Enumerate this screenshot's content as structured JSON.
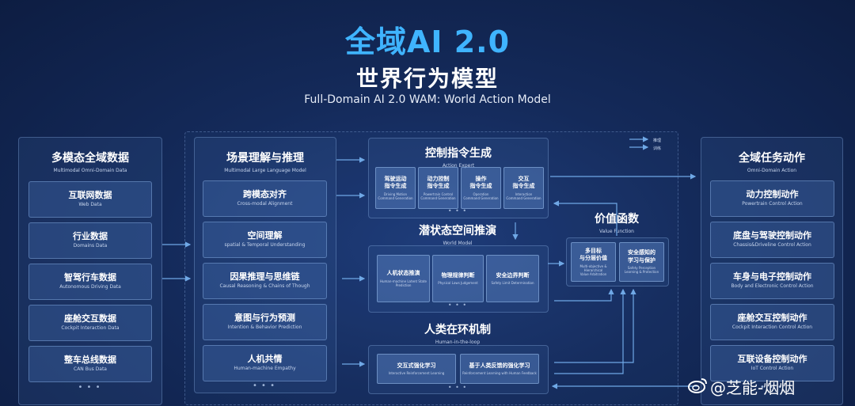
{
  "header": {
    "title": "全域AI 2.0",
    "subtitle": "世界行为模型",
    "subtitle_en": "Full-Domain AI 2.0  WAM: World Action Model"
  },
  "left": {
    "title": "多模态全域数据",
    "title_en": "Multimodal Omni-Domain Data",
    "items": [
      {
        "zh": "互联网数据",
        "en": "Web Data"
      },
      {
        "zh": "行业数据",
        "en": "Domains Data"
      },
      {
        "zh": "智驾行车数据",
        "en": "Autonomous Driving Data"
      },
      {
        "zh": "座舱交互数据",
        "en": "Cockpit Interaction Data"
      },
      {
        "zh": "整车总线数据",
        "en": "CAN Bus Data"
      }
    ],
    "more": "• • •"
  },
  "scene": {
    "title": "场景理解与推理",
    "title_en": "Multimodal Large Language Model",
    "items": [
      {
        "zh": "跨模态对齐",
        "en": "Cross-modal Alignment"
      },
      {
        "zh": "空间理解",
        "en": "spatial & Temporal Understanding"
      },
      {
        "zh": "因果推理与思维链",
        "en": "Causal Reasoning & Chains of Though"
      },
      {
        "zh": "意图与行为预测",
        "en": "Intention & Behavior Prediction"
      },
      {
        "zh": "人机共情",
        "en": "Human-machine Empathy"
      }
    ],
    "more": "• • •"
  },
  "control": {
    "title": "控制指令生成",
    "title_en": "Action Expert",
    "items": [
      {
        "zh": "驾驶运动\n指令生成",
        "en": "Driving Motion\nCommand Generation"
      },
      {
        "zh": "动力控制\n指令生成",
        "en": "Powertrain Control\nCommand Generation"
      },
      {
        "zh": "操作\n指令生成",
        "en": "Operation\nCommand Generation"
      },
      {
        "zh": "交互\n指令生成",
        "en": "Interaction\nCommand Generation"
      }
    ],
    "more": "• • •"
  },
  "world": {
    "title": "潜状态空间推演",
    "title_en": "World Model",
    "items": [
      {
        "zh": "人机状态推演",
        "en": "Human-machine Latent State Prediction"
      },
      {
        "zh": "物理规律判断",
        "en": "Physical Laws Judgement"
      },
      {
        "zh": "安全边界判断",
        "en": "Safety Limit Determination"
      }
    ],
    "more": "• • •"
  },
  "human": {
    "title": "人类在环机制",
    "title_en": "Human-in-the-loop",
    "items": [
      {
        "zh": "交互式强化学习",
        "en": "Interactive Reinforcement Learning"
      },
      {
        "zh": "基于人类反馈的强化学习",
        "en": "Reinforcement Learning with Human Feedback"
      }
    ],
    "more": "• • •"
  },
  "value": {
    "title": "价值函数",
    "title_en": "Value Function",
    "items": [
      {
        "zh": "多目标\n与分层价值",
        "en": "Multi-objective & Hierarchical\nValue Arbitration"
      },
      {
        "zh": "安全感知的\n学习与保护",
        "en": "Safety Perception\nLearning & Protection"
      }
    ]
  },
  "legend": {
    "items": [
      "推理",
      "训练"
    ]
  },
  "right": {
    "title": "全域任务动作",
    "title_en": "Omni-Domain Action",
    "items": [
      {
        "zh": "动力控制动作",
        "en": "Powertrain Control Action"
      },
      {
        "zh": "底盘与驾驶控制动作",
        "en": "Chassis&Driveline Control Action"
      },
      {
        "zh": "车身与电子控制动作",
        "en": "Body and Electronic Control Action"
      },
      {
        "zh": "座舱交互控制动作",
        "en": "Cockpit Interaction Control Action"
      },
      {
        "zh": "互联设备控制动作",
        "en": "IoT Control Action"
      }
    ],
    "more": "• • •"
  },
  "watermark": "@芝能-烟烟",
  "colors": {
    "accent": "#3fb4ff",
    "background": "#142a5a",
    "arrow": "#6fa8e6"
  }
}
